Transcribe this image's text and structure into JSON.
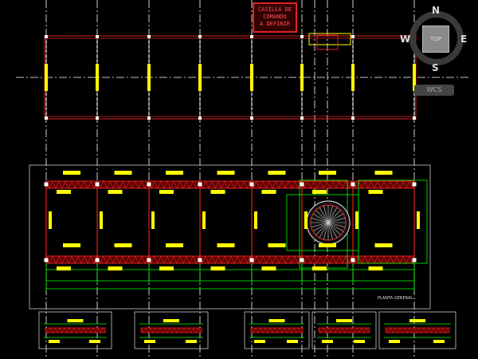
{
  "title_block": {
    "lines": [
      "CASILLA DE",
      "COMANDO",
      "A DEFINIR"
    ]
  },
  "viewcube": {
    "north": "N",
    "south": "S",
    "east": "E",
    "west": "W",
    "face": "TOP"
  },
  "wcs_menu": {
    "label": "WCS"
  },
  "plan_label": "PLANTA GENERAL",
  "colors": {
    "background": "#000000",
    "truss": "#e02020",
    "label_fill": "#ffff00",
    "dimension": "#00ff00",
    "grid": "#ffffff",
    "column": "#c8c8c8"
  }
}
